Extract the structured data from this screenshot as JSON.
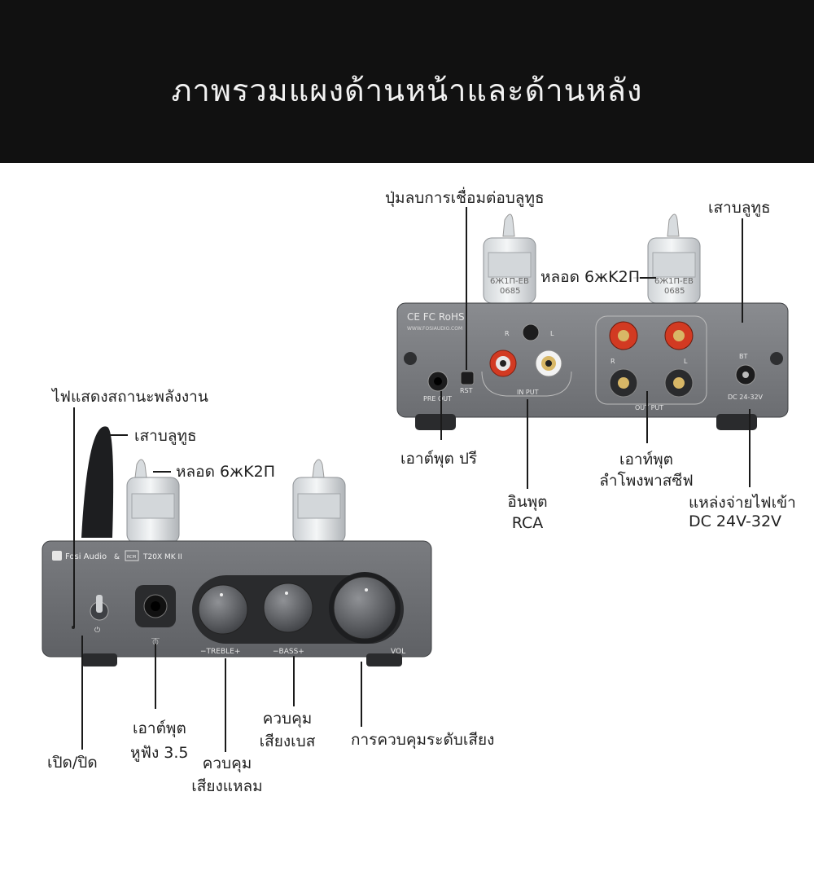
{
  "banner": {
    "title": "ภาพรวมแผงด้านหน้าและด้านหลัง"
  },
  "rear": {
    "labels": {
      "bt_reset": "ปุ่มลบการเชื่อมต่อบลูทูธ",
      "bt_antenna": "เสาบลูทูธ",
      "tube": "หลอด 6жK2П",
      "pre_out": "เอาต์พุต ปรี",
      "rca_in_1": "อินพุต",
      "rca_in_2": "RCA",
      "spk_out_1": "เอาท์พุต",
      "spk_out_2": "ลำโพงพาสซีฟ",
      "dc_in_1": "แหล่งจ่ายไฟเข้า",
      "dc_in_2": "DC 24V-32V"
    },
    "print": {
      "cert": "CE FC RoHS",
      "website": "WWW.FOSIAUDIO.COM",
      "rst": "RST",
      "pre_out": "PRE OUT",
      "r": "R",
      "l": "L",
      "input": "IN PUT",
      "output": "OUT PUT",
      "bt": "BT",
      "dc": "DC 24-32V",
      "tube_marking_1": "6Ж1П-ЕВ",
      "tube_marking_2": "0685"
    }
  },
  "front": {
    "labels": {
      "power_led": "ไฟแสดงสถานะพลังงาน",
      "bt_antenna": "เสาบลูทูธ",
      "tube": "หลอด 6жK2П",
      "power_switch": "เปิด/ปิด",
      "headphone_1": "เอาต์พุต",
      "headphone_2": "หูฟัง 3.5",
      "treble_1": "ควบคุม",
      "treble_2": "เสียงแหลม",
      "bass_1": "ควบคุม",
      "bass_2": "เสียงเบส",
      "volume": "การควบคุมระดับเสียง"
    },
    "print": {
      "brand": "Fosi Audio",
      "amp": "&",
      "model": "T20X MK II",
      "treble": "−TREBLE+",
      "bass": "−BASS+",
      "vol": "VOL",
      "rcm": "RCM"
    }
  },
  "colors": {
    "banner_bg": "#111111",
    "chassis": "#6b6d71",
    "chassis_dark": "#4a4c50",
    "rca_red": "#d23a22",
    "gold": "#c9a34f"
  }
}
